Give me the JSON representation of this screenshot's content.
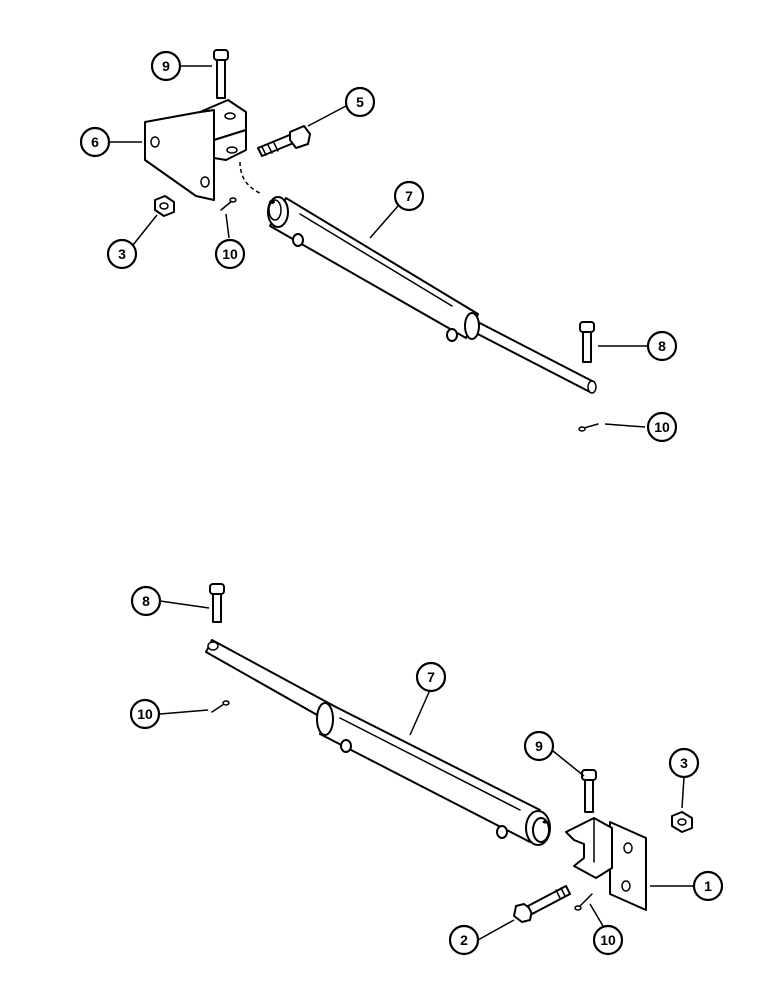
{
  "diagram": {
    "type": "exploded-parts-diagram",
    "top_assembly": {
      "callouts": [
        {
          "id": "t9",
          "label": "9"
        },
        {
          "id": "t6",
          "label": "6"
        },
        {
          "id": "t5",
          "label": "5"
        },
        {
          "id": "t3",
          "label": "3"
        },
        {
          "id": "t10a",
          "label": "10"
        },
        {
          "id": "t7",
          "label": "7"
        },
        {
          "id": "t8",
          "label": "8"
        },
        {
          "id": "t10b",
          "label": "10"
        }
      ]
    },
    "bottom_assembly": {
      "callouts": [
        {
          "id": "b8",
          "label": "8"
        },
        {
          "id": "b7",
          "label": "7"
        },
        {
          "id": "b10a",
          "label": "10"
        },
        {
          "id": "b9",
          "label": "9"
        },
        {
          "id": "b3",
          "label": "3"
        },
        {
          "id": "b1",
          "label": "1"
        },
        {
          "id": "b2",
          "label": "2"
        },
        {
          "id": "b10b",
          "label": "10"
        }
      ]
    }
  }
}
